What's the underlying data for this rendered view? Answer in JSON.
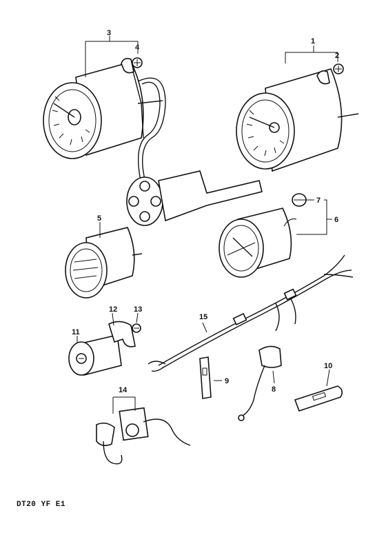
{
  "callouts": {
    "c1": "1",
    "c2": "2",
    "c3": "3",
    "c4": "4",
    "c5": "5",
    "c6": "6",
    "c7": "7",
    "c8": "8",
    "c9": "9",
    "c10": "10",
    "c11": "11",
    "c12": "12",
    "c13": "13",
    "c14": "14",
    "c15": "15"
  },
  "caption": "DT20 YF E1"
}
